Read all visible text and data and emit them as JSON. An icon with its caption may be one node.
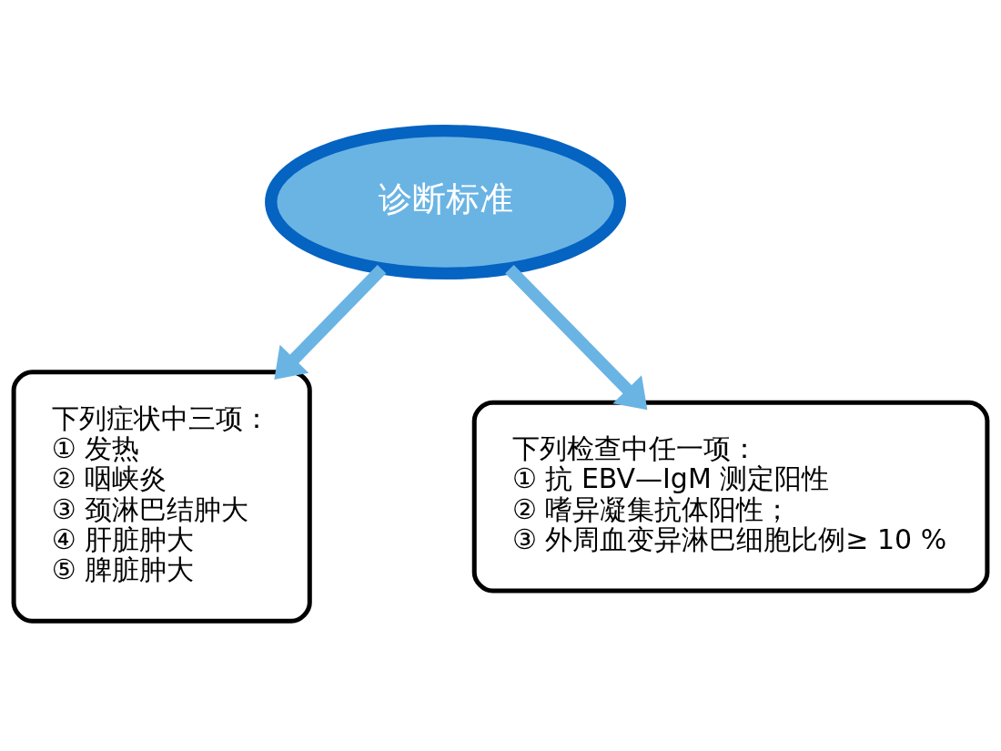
{
  "diagram": {
    "nodes": [
      {
        "text": [
          "诊断标准"
        ]
      },
      {
        "text": [
          "下列症状中三项：",
          "① 发热",
          "② 咽峡炎",
          "③ 颈淋巴结肿大",
          "④ 肝脏肿大",
          "⑤ 脾脏肿大"
        ]
      },
      {
        "text": [
          "下列检查中任一项：",
          "① 抗 EBV—IgM 测定阳性",
          "② 嗜异凝集抗体阳性；",
          "③ 外周血变异淋巴细胞比例≥ 10 %"
        ]
      }
    ],
    "edges": [
      {
        "from": 0,
        "to": 1,
        "arrow": "to"
      },
      {
        "from": 0,
        "to": 2,
        "arrow": "to"
      }
    ]
  }
}
